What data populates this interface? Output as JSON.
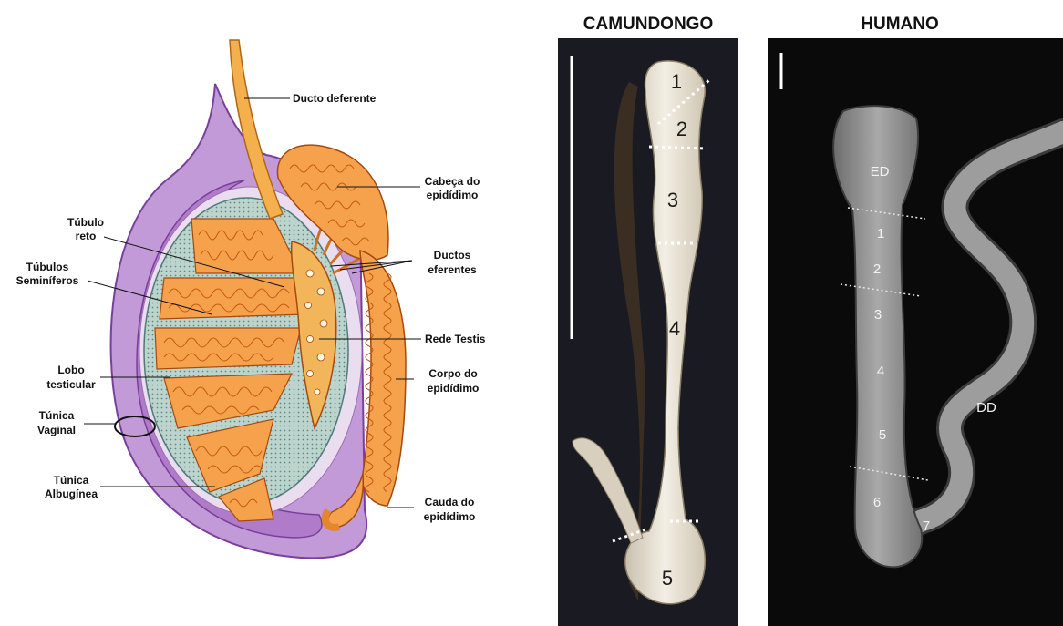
{
  "diagram": {
    "labels": {
      "ducto_deferente": "Ducto deferente",
      "cabeca_l1": "Cabeça do",
      "cabeca_l2": "epidídimo",
      "tubulo_reto_l1": "Túbulo",
      "tubulo_reto_l2": "reto",
      "ductos_l1": "Ductos",
      "ductos_l2": "eferentes",
      "tubulos_sem_l1": "Túbulos",
      "tubulos_sem_l2": "Seminíferos",
      "rede_testis": "Rede Testis",
      "lobo_l1": "Lobo",
      "lobo_l2": "testicular",
      "corpo_l1": "Corpo do",
      "corpo_l2": "epidídimo",
      "tunica_vag_l1": "Túnica",
      "tunica_vag_l2": "Vaginal",
      "tunica_alb_l1": "Túnica",
      "tunica_alb_l2": "Albugínea",
      "cauda_l1": "Cauda do",
      "cauda_l2": "epidídimo"
    }
  },
  "photos": {
    "mouse": {
      "title": "CAMUNDONGO",
      "regions": [
        "1",
        "2",
        "3",
        "4",
        "5"
      ]
    },
    "human": {
      "title": "HUMANO",
      "ed": "ED",
      "dd": "DD",
      "regions": [
        "1",
        "2",
        "3",
        "4",
        "5",
        "6",
        "7"
      ]
    }
  }
}
